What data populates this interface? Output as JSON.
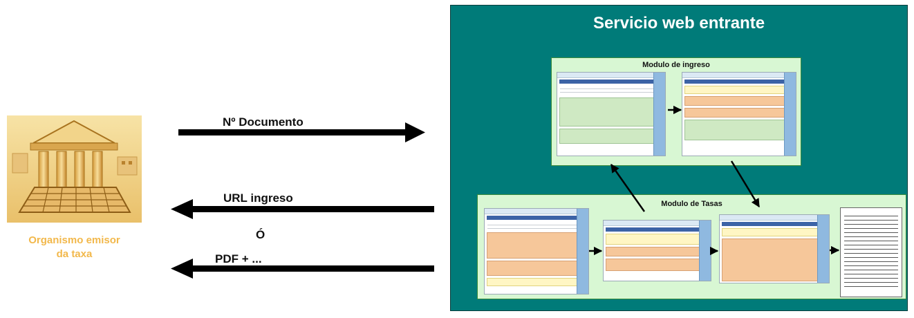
{
  "diagram": {
    "organism": {
      "label_line1": "Organismo emisor",
      "label_line2": "da taxa",
      "icon": "government-building-icon"
    },
    "flows": {
      "request_label": "Nº Documento",
      "response_url_label": "URL ingreso",
      "or_label": "Ó",
      "response_pdf_label": "PDF + ..."
    },
    "service": {
      "title": "Servicio web entrante",
      "modules": [
        {
          "title": "Modulo de ingreso"
        },
        {
          "title": "Modulo de Tasas"
        }
      ]
    },
    "colors": {
      "service_bg": "#007b79",
      "module_bg": "#d8f7d3",
      "organism_label": "#f2b84b"
    }
  }
}
